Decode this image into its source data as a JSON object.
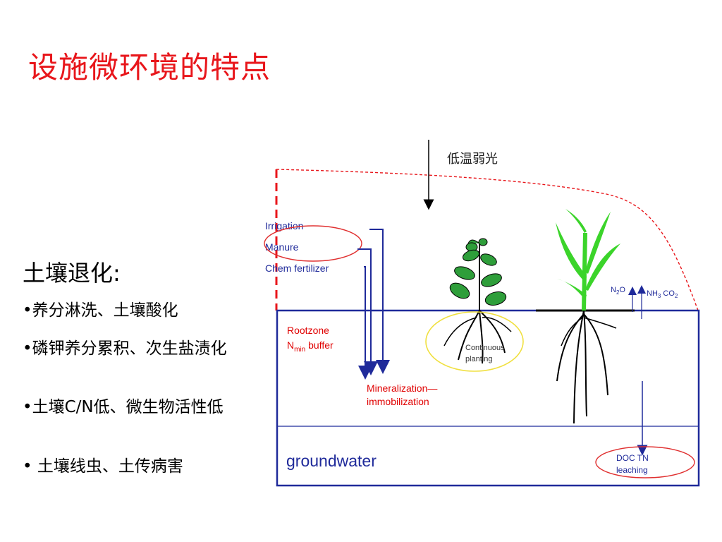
{
  "title": "设施微环境的特点",
  "section": {
    "heading": "土壤退化:",
    "bullets": [
      "•养分淋洗、土壤酸化",
      "•磷钾养分累积、次生盐渍化",
      "•土壤C/N低、微生物活性低",
      "• 土壤线虫、土传病害"
    ]
  },
  "diagram": {
    "light_label": "低温弱光",
    "inputs": [
      "Irrigation",
      "Manure",
      "Chem fertilizer"
    ],
    "rootzone_line1": "Rootzone",
    "rootzone_line2_prefix": "N",
    "rootzone_line2_sub": "min",
    "rootzone_line2_suffix": " buffer",
    "mineralization_line1": "Mineralization—",
    "mineralization_line2": "immobilization",
    "continuous_line1": "Continuous",
    "continuous_line2": "planting",
    "gas_n2o_main": "N",
    "gas_n2o_sub": "2",
    "gas_n2o_end": "O",
    "gas_nh3_main": "NH",
    "gas_nh3_sub": "3",
    "gas_co2_main": " CO",
    "gas_co2_sub": "2",
    "groundwater": "groundwater",
    "leaching_line1": "DOC TN",
    "leaching_line2": "leaching"
  },
  "colors": {
    "title": "#e8161b",
    "soil_box": "#1f2a9a",
    "greenhouse_dash": "#e8161b",
    "leaf_green": "#2e9e3a",
    "corn_green": "#3bd42a",
    "ellipse_red": "#e03030",
    "ellipse_yellow": "#f0e040"
  }
}
